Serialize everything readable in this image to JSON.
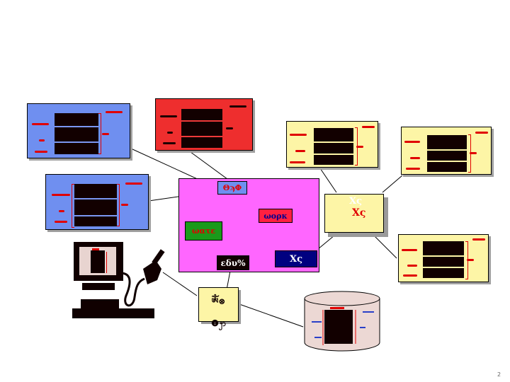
{
  "slide": {
    "page_number": "2"
  },
  "colors": {
    "blue_panel": "#6f8ff0",
    "red_panel": "#ee2e2e",
    "yellow_panel": "#fdf5a6",
    "magenta_hub": "#ff66ff",
    "green_node": "#1a9a1a",
    "navy_node": "#000080",
    "red_node": "#ff2040",
    "black_node": "#100000",
    "line": "#000000"
  },
  "hub": {
    "top_node": {
      "label": "ΘϡΦ",
      "color": "#6f8ff0"
    },
    "left_node": {
      "label": "ωατε",
      "color": "#1a9a1a"
    },
    "right_node": {
      "label": "ωορκ",
      "color": "#ff2040"
    },
    "bottom_node": {
      "label": "εδυ%",
      "color": "#100000"
    },
    "corner_node": {
      "label": "Χς",
      "color": "#000080"
    }
  },
  "side_node": {
    "line1": "Χς",
    "line2": "Χς"
  },
  "bottom_node": {
    "line1": "ༀ⊗",
    "line2": "❶ꩭ"
  },
  "panels": [
    {
      "id": "blue-1",
      "kind": "blue"
    },
    {
      "id": "red-1",
      "kind": "red"
    },
    {
      "id": "blue-2",
      "kind": "blue"
    },
    {
      "id": "yellow-1",
      "kind": "yellow"
    },
    {
      "id": "yellow-2",
      "kind": "yellow"
    },
    {
      "id": "yellow-3",
      "kind": "yellow"
    }
  ],
  "computer": {
    "description": "desktop computer with plug"
  },
  "database": {
    "description": "database cylinder"
  }
}
